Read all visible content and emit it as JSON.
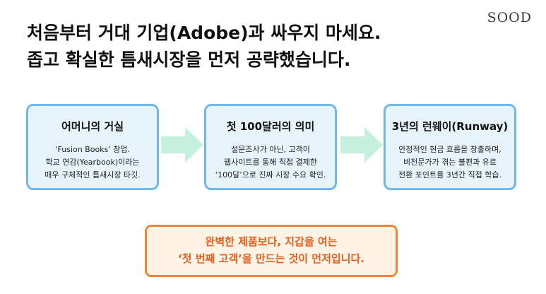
{
  "brand": "SOOD",
  "headline": {
    "line1": "처음부터 거대 기업(Adobe)과 싸우지 마세요.",
    "line2": "좁고 확실한 틈새시장을 먼저 공략했습니다."
  },
  "steps": [
    {
      "title": "어머니의 거실",
      "body": [
        "‘Fusion Books’ 창업.",
        "학교 연감(Yearbook)이라는",
        "매우 구체적인 틈새시장 타깃."
      ]
    },
    {
      "title": "첫 100달러의 의미",
      "body": [
        "설문조사가 아닌, 고객이",
        "웹사이트를 통해 직접 결제한",
        "‘100달’으로 진짜 시장 수요 확인."
      ]
    },
    {
      "title": "3년의 런웨이(Runway)",
      "body": [
        "안정적인 현금 흐름을 창출하며,",
        "비전문가가 겪는 불편과 유료",
        "전환 포인트를 3년간 직접 학습."
      ]
    }
  ],
  "summary": {
    "line1": "완벽한 제품보다, 지갑을 여는",
    "line2": "‘첫 번째 고객’을 만드는 것이 먼저입니다."
  },
  "colors": {
    "step_border": "#71b8e6",
    "step_fill": "#e6f3fb",
    "arrow": "#c4f0dc",
    "summary_border": "#ef8440",
    "summary_fill": "#fff3e6",
    "summary_text": "#e0601e"
  }
}
